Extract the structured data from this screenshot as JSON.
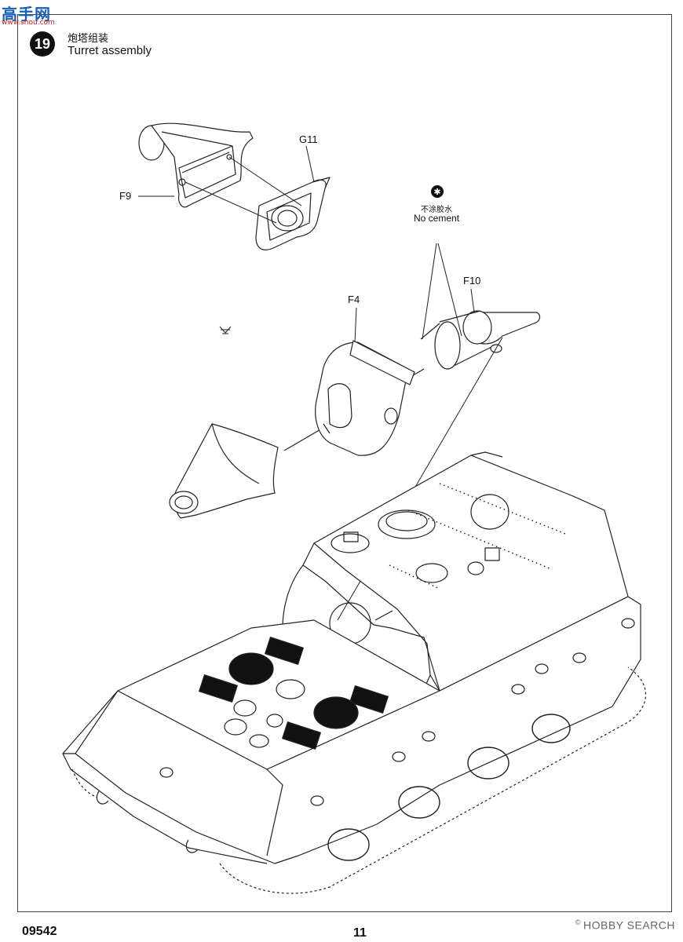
{
  "logo": {
    "text": "高手网",
    "url": "www.shou.com"
  },
  "step": {
    "number": "19",
    "title_cn": "炮塔组装",
    "title_en": "Turret assembly"
  },
  "parts": {
    "g11": "G11",
    "f9": "F9",
    "f4": "F4",
    "f10": "F10"
  },
  "no_cement": {
    "cn": "不涂胶水",
    "en": "No cement"
  },
  "footer": {
    "kit_number": "09542",
    "page_number": "11",
    "watermark": "HOBBY SEARCH"
  }
}
